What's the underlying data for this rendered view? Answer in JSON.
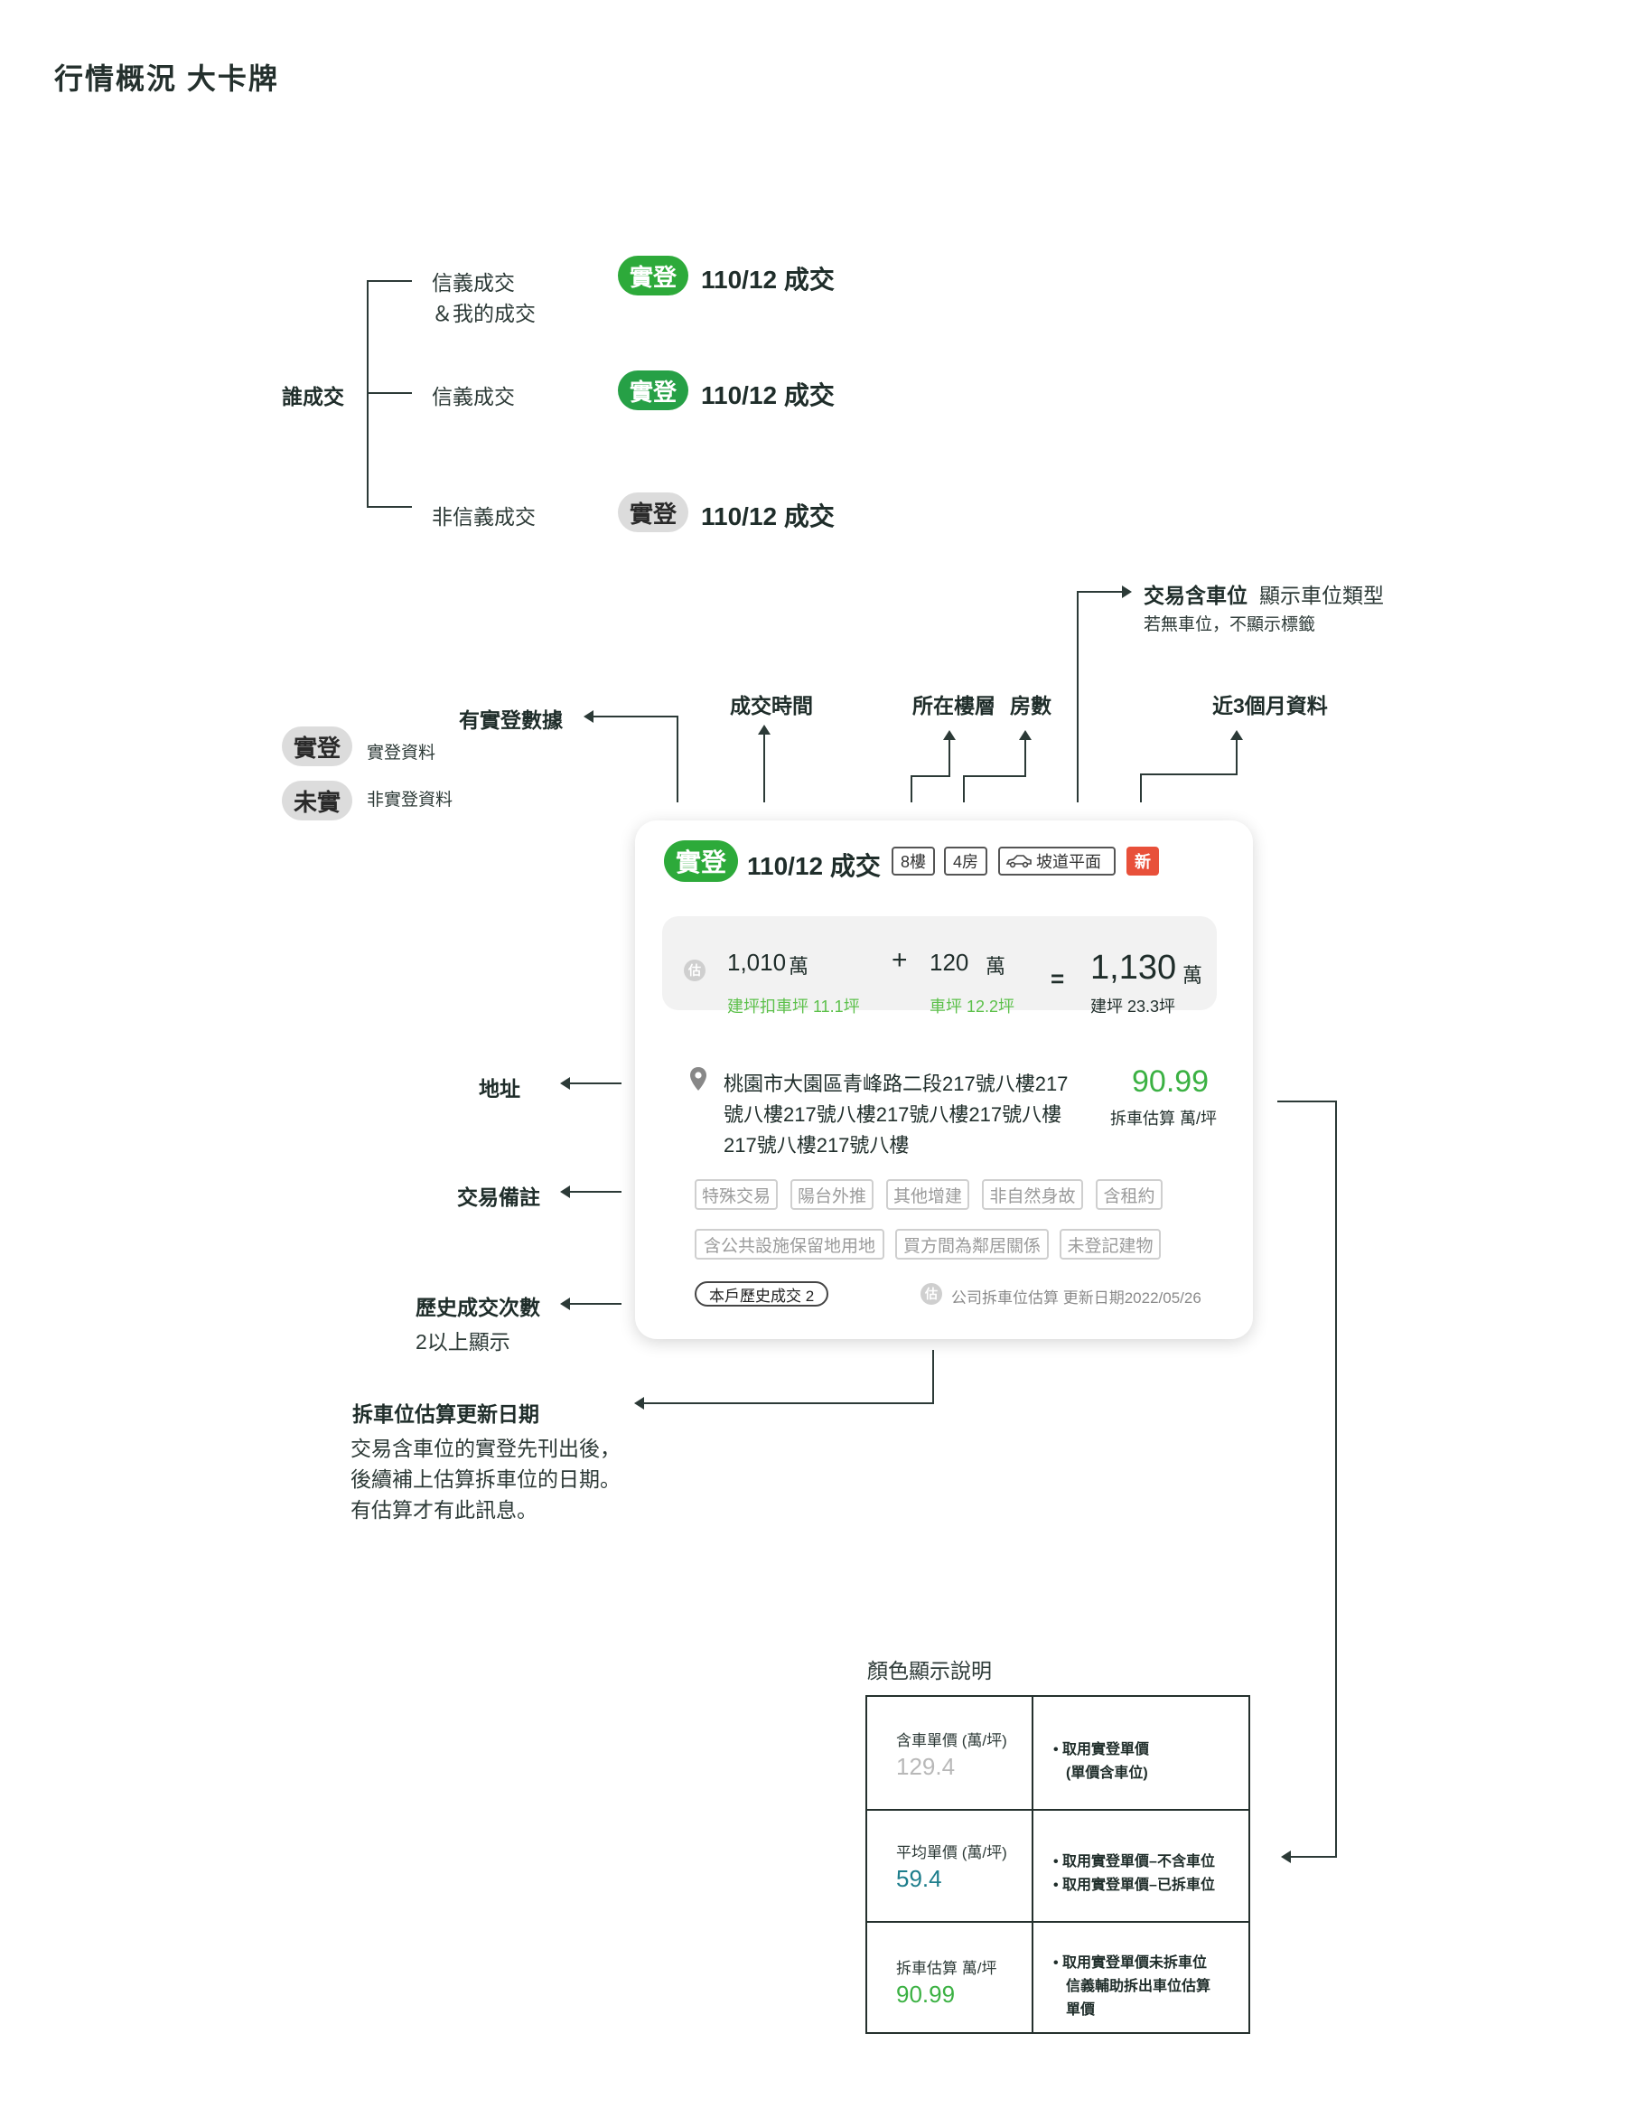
{
  "title": "行情概況 大卡牌",
  "who": {
    "label": "誰成交",
    "rows": [
      {
        "label_line1": "信義成交",
        "label_line2": "＆我的成交",
        "badge": "實登",
        "deal": "110/12 成交"
      },
      {
        "label_line1": "信義成交",
        "badge": "實登",
        "deal": "110/12 成交"
      },
      {
        "label_line1": "非信義成交",
        "badge": "實登",
        "deal": "110/12 成交"
      }
    ]
  },
  "legend": {
    "has_data_label": "有實登數據",
    "items": [
      {
        "badge": "實登",
        "desc": "實登資料"
      },
      {
        "badge": "未實",
        "desc": "非實登資料"
      }
    ]
  },
  "annotations": {
    "deal_time": "成交時間",
    "floor": "所在樓層",
    "rooms": "房數",
    "parking_title": "交易含車位",
    "parking_desc": "顯示車位類型",
    "parking_note": "若無車位，不顯示標籤",
    "recent": "近3個月資料",
    "address": "地址",
    "remarks": "交易備註",
    "history_title": "歷史成交次數",
    "history_desc": "2以上顯示",
    "update_title": "拆車位估算更新日期",
    "update_desc_lines": [
      "交易含車位的實登先刊出後，",
      "後續補上估算拆車位的日期。",
      "有估算才有此訊息。"
    ]
  },
  "card": {
    "badge": "實登",
    "deal": "110/12 成交",
    "floor_tag": "8樓",
    "room_tag": "4房",
    "parking_tag": "坡道平面",
    "new_tag": "新",
    "est_icon": "估",
    "calc": {
      "a_value": "1,010",
      "a_unit": "萬",
      "a_sub": "建坪扣車坪 11.1坪",
      "plus": "+",
      "b_value": "120",
      "b_unit": "萬",
      "b_sub": "車坪 12.2坪",
      "equals": "=",
      "total_value": "1,130",
      "total_unit": "萬",
      "total_sub": "建坪 23.3坪"
    },
    "address_lines": [
      "桃園市大園區青峰路二段217號八樓217",
      "號八樓217號八樓217號八樓217號八樓",
      "217號八樓217號八樓"
    ],
    "price": "90.99",
    "price_label": "拆車估算 萬/坪",
    "remark_tags_row1": [
      "特殊交易",
      "陽台外推",
      "其他增建",
      "非自然身故",
      "含租約"
    ],
    "remark_tags_row2": [
      "含公共設施保留地用地",
      "買方間為鄰居關係",
      "未登記建物"
    ],
    "history_tag": "本戶歷史成交 2",
    "update_text": "公司拆車位估算 更新日期2022/05/26"
  },
  "colors_table": {
    "title": "顏色顯示說明",
    "rows": [
      {
        "label": "含車單價 (萬/坪)",
        "value": "129.4",
        "color": "#b8b8b8",
        "notes": [
          "取用實登單價",
          "(單價含車位)"
        ]
      },
      {
        "label": "平均單價 (萬/坪)",
        "value": "59.4",
        "color": "#1e7e8c",
        "notes": [
          "取用實登單價–不含車位",
          "取用實登單價–已拆車位"
        ]
      },
      {
        "label": "拆車估算 萬/坪",
        "value": "90.99",
        "color": "#3bb143",
        "notes": [
          "取用實登單價未拆車位",
          "信義輔助拆出車位估算",
          "單價"
        ]
      }
    ]
  },
  "accent_colors": {
    "green": "#2daa3a",
    "light_green": "#5cc04a",
    "red": "#e8503a",
    "teal": "#1e7e8c"
  }
}
